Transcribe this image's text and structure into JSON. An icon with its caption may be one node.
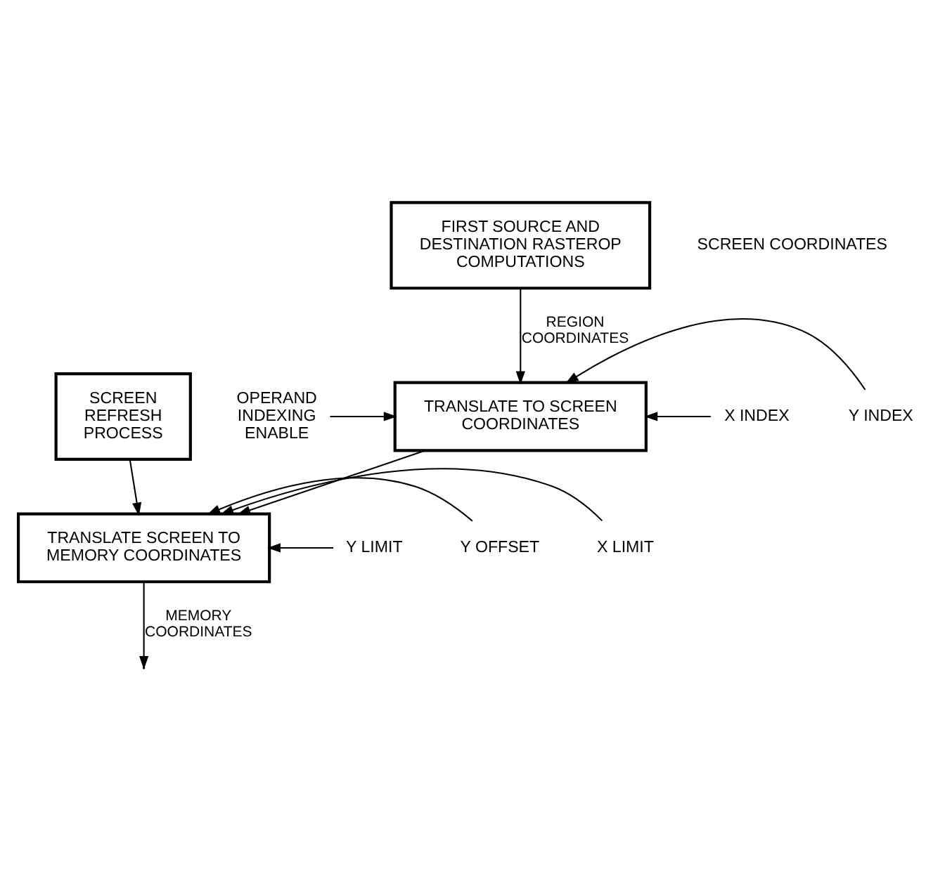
{
  "diagram": {
    "nodes": [
      {
        "text": [
          "FIRST SOURCE AND DESTINATION RASTEROP COMPUTATIONS"
        ]
      },
      {
        "text": [
          "SCREEN REFRESH PROCESS"
        ]
      },
      {
        "text": [
          "TRANSLATE TO SCREEN COORDINATES"
        ]
      },
      {
        "text": [
          "OPERAND INDEXING ENABLE"
        ]
      },
      {
        "text": [
          "X INDEX"
        ]
      },
      {
        "text": [
          "Y INDEX"
        ]
      },
      {
        "text": [
          "TRANSLATE SCREEN TO MEMORY COORDINATES"
        ]
      },
      {
        "text": [
          "Y OFFSET"
        ]
      },
      {
        "text": [
          "Y LIMIT"
        ]
      },
      {
        "text": [
          "X LIMIT"
        ]
      }
    ],
    "edges": [
      {
        "from": 0,
        "to": 2,
        "arrow": "to",
        "label": "REGION COORDINATES"
      },
      {
        "from": 3,
        "to": 2,
        "arrow": "to"
      },
      {
        "from": 4,
        "to": 2,
        "arrow": "to"
      },
      {
        "from": 5,
        "to": 2,
        "arrow": "to"
      },
      {
        "from": 2,
        "to": 6,
        "arrow": "to"
      },
      {
        "from": 1,
        "to": 6,
        "arrow": "to"
      },
      {
        "from": 7,
        "to": 6,
        "arrow": "to"
      },
      {
        "from": 8,
        "to": 6,
        "arrow": "to"
      },
      {
        "from": 9,
        "to": 6,
        "arrow": "to"
      },
      {
        "from": 6,
        "to": null,
        "arrow": "to",
        "label": "MEMORY COORDINATES"
      }
    ],
    "labels": [
      "SCREEN COORDINATES"
    ]
  }
}
